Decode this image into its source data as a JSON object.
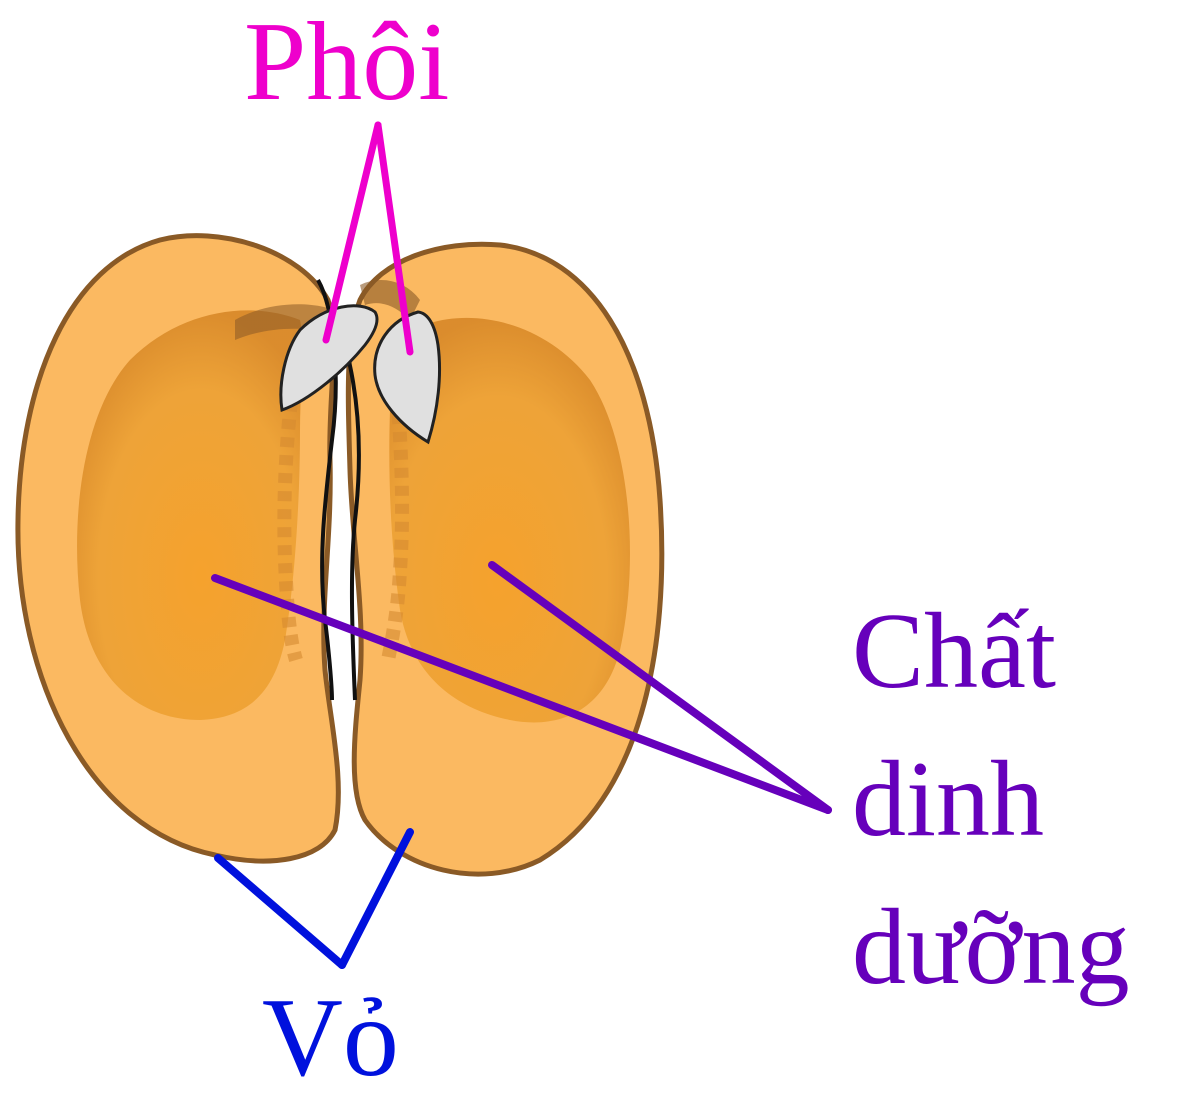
{
  "labels": {
    "embryo": "Phôi",
    "food_line1": "Chất",
    "food_line2": "dinh",
    "food_line3": "dưỡng",
    "shell": "Vỏ"
  },
  "colors": {
    "embryo": "#ee00cc",
    "food": "#6600bb",
    "shell": "#0011dd",
    "seed_fill": "#fbb961",
    "seed_inner": "#f0a336",
    "seed_outline": "#8a5a26",
    "embryo_fill": "#e0e0e0",
    "seam": "#111111"
  }
}
